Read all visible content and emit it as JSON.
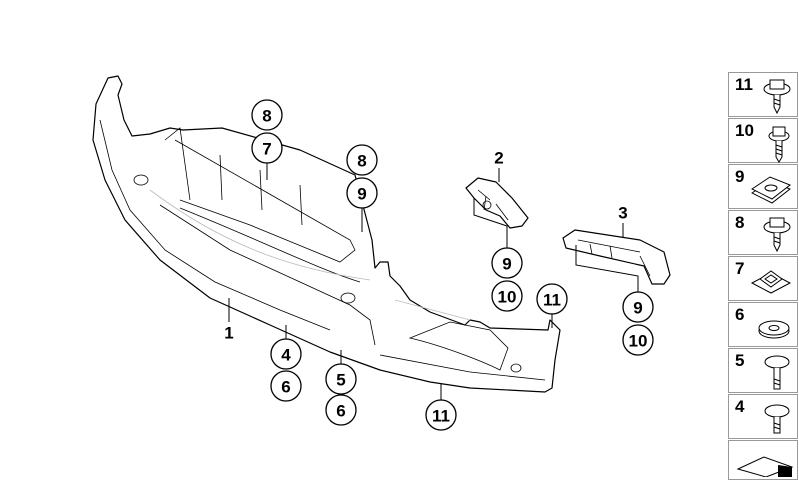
{
  "diagram": {
    "part_labels": [
      {
        "id": "1",
        "text": "1"
      },
      {
        "id": "2",
        "text": "2"
      },
      {
        "id": "3",
        "text": "3"
      }
    ],
    "callouts": [
      "8",
      "7",
      "8",
      "9",
      "9",
      "10",
      "11",
      "4",
      "6",
      "5",
      "6",
      "11",
      "9",
      "10"
    ],
    "legend": [
      {
        "num": "11",
        "icon": "hex-flange-screw-icon"
      },
      {
        "num": "10",
        "icon": "hex-screw-long-icon"
      },
      {
        "num": "9",
        "icon": "clip-nut-icon"
      },
      {
        "num": "8",
        "icon": "hex-flange-screw-icon"
      },
      {
        "num": "7",
        "icon": "square-grommet-icon"
      },
      {
        "num": "6",
        "icon": "washer-icon"
      },
      {
        "num": "5",
        "icon": "torx-screw-icon"
      },
      {
        "num": "4",
        "icon": "torx-screw-short-icon"
      },
      {
        "num": "",
        "icon": "diagram-symbol-icon"
      }
    ]
  }
}
